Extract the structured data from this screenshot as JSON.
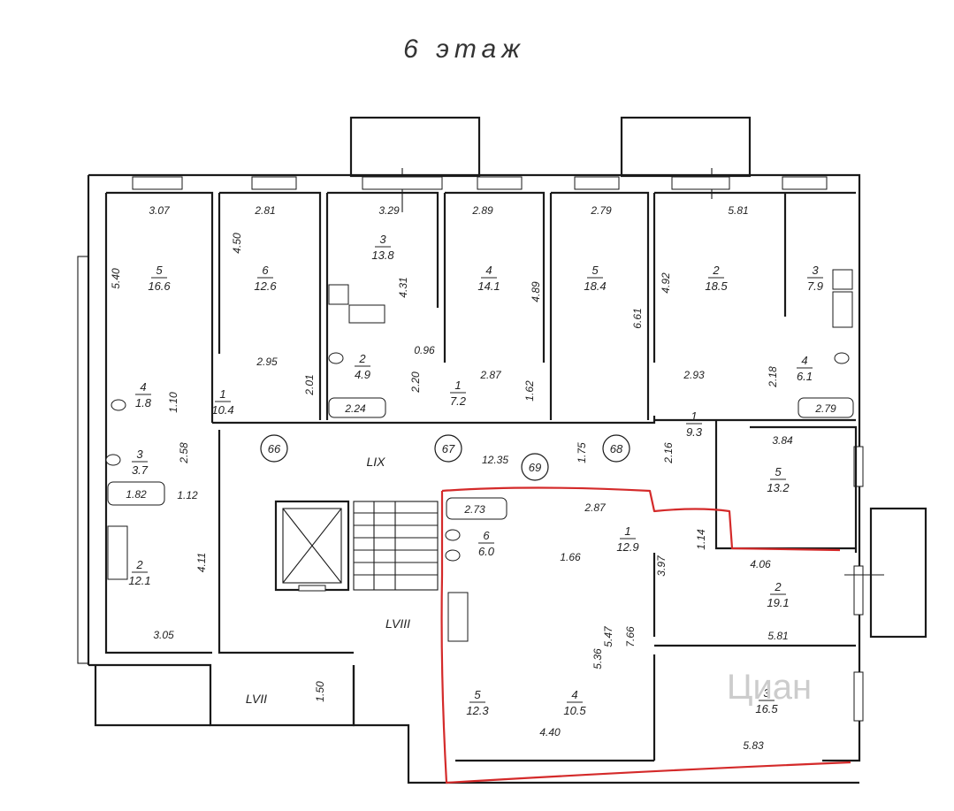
{
  "floor_title": "6 этаж",
  "watermark": "Циан",
  "stair_labels": [
    "LIX",
    "LVIII",
    "LVII"
  ],
  "axis_markers": [
    "66",
    "67",
    "68",
    "69"
  ],
  "rooms": [
    {
      "number": "5",
      "area": "16.6"
    },
    {
      "number": "6",
      "area": "12.6"
    },
    {
      "number": "3",
      "area": "13.8"
    },
    {
      "number": "4",
      "area": "14.1"
    },
    {
      "number": "5",
      "area": "18.4"
    },
    {
      "number": "2",
      "area": "18.5"
    },
    {
      "number": "3",
      "area": "7.9"
    },
    {
      "number": "2",
      "area": "4.9"
    },
    {
      "number": "1",
      "area": "7.2"
    },
    {
      "number": "4",
      "area": "6.1"
    },
    {
      "number": "1",
      "area": "9.3"
    },
    {
      "number": "1",
      "area": "10.4"
    },
    {
      "number": "4",
      "area": "1.8"
    },
    {
      "number": "3",
      "area": "3.7"
    },
    {
      "number": "2",
      "area": "12.1"
    },
    {
      "number": "5",
      "area": "13.2"
    },
    {
      "number": "6",
      "area": "6.0"
    },
    {
      "number": "1",
      "area": "12.9"
    },
    {
      "number": "2",
      "area": "19.1"
    },
    {
      "number": "5",
      "area": "12.3"
    },
    {
      "number": "4",
      "area": "10.5"
    },
    {
      "number": "3",
      "area": "16.5"
    }
  ],
  "dimensions": [
    "3.07",
    "2.81",
    "3.29",
    "2.89",
    "2.79",
    "5.81",
    "5.40",
    "4.50",
    "4.31",
    "4.89",
    "6.61",
    "4.92",
    "2.95",
    "2.01",
    "0.96",
    "2.20",
    "2.87",
    "1.62",
    "2.93",
    "2.18",
    "1.10",
    "2.58",
    "1.12",
    "4.11",
    "3.05",
    "12.35",
    "1.75",
    "2.16",
    "3.84",
    "2.87",
    "1.66",
    "1.14",
    "3.97",
    "4.06",
    "5.47",
    "7.66",
    "5.36",
    "5.81",
    "4.40",
    "5.83",
    "1.50"
  ],
  "fixtures": [
    "2.24",
    "2.79",
    "1.82",
    "2.73"
  ]
}
